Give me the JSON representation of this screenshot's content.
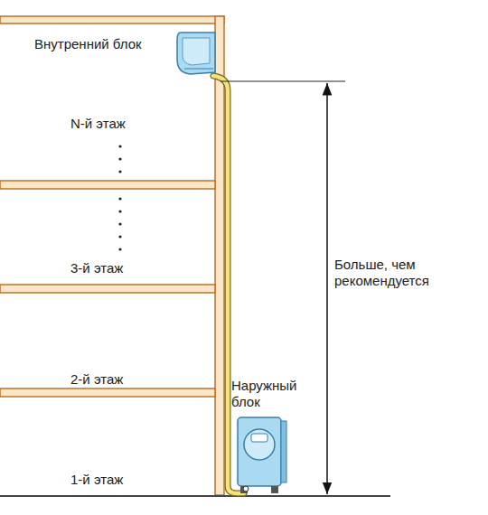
{
  "diagram": {
    "labels": [
      "Внутренний блок",
      "N-й этаж",
      "3-й этаж",
      "2-й этаж",
      "1-й этаж",
      "Наружный блок",
      "Больше, чем рекомендуется"
    ]
  }
}
